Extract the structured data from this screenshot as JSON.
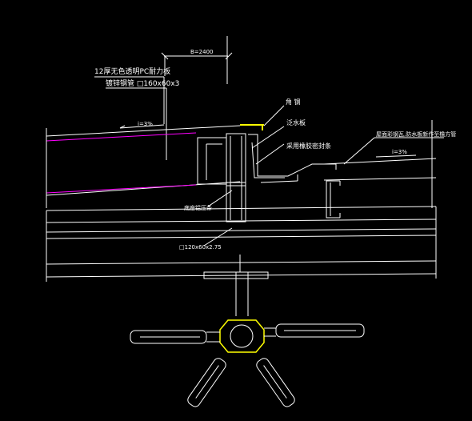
{
  "drawing": {
    "background": "#000000",
    "line_color": "#ffffff",
    "accent_magenta": "#ff00ff",
    "accent_yellow": "#ffff00"
  },
  "dims": {
    "top_spacing": "B=2400"
  },
  "callouts": {
    "skylight_panel": "12厚无色透明PC耐力板",
    "secondary_purlin": "镀锌钢管 □160x60x3",
    "corner_trim": "角  钢",
    "flashing": "泛水板",
    "seal_strip": "采用橡胶密封条",
    "drain_gutter": "屋面彩钢瓦,防水板新作至檐方管",
    "glazing_bar": "底座铝压条",
    "main_beam": "□120x60x2.75"
  },
  "slopes": {
    "left": "i=3%",
    "right": "i=3%"
  }
}
